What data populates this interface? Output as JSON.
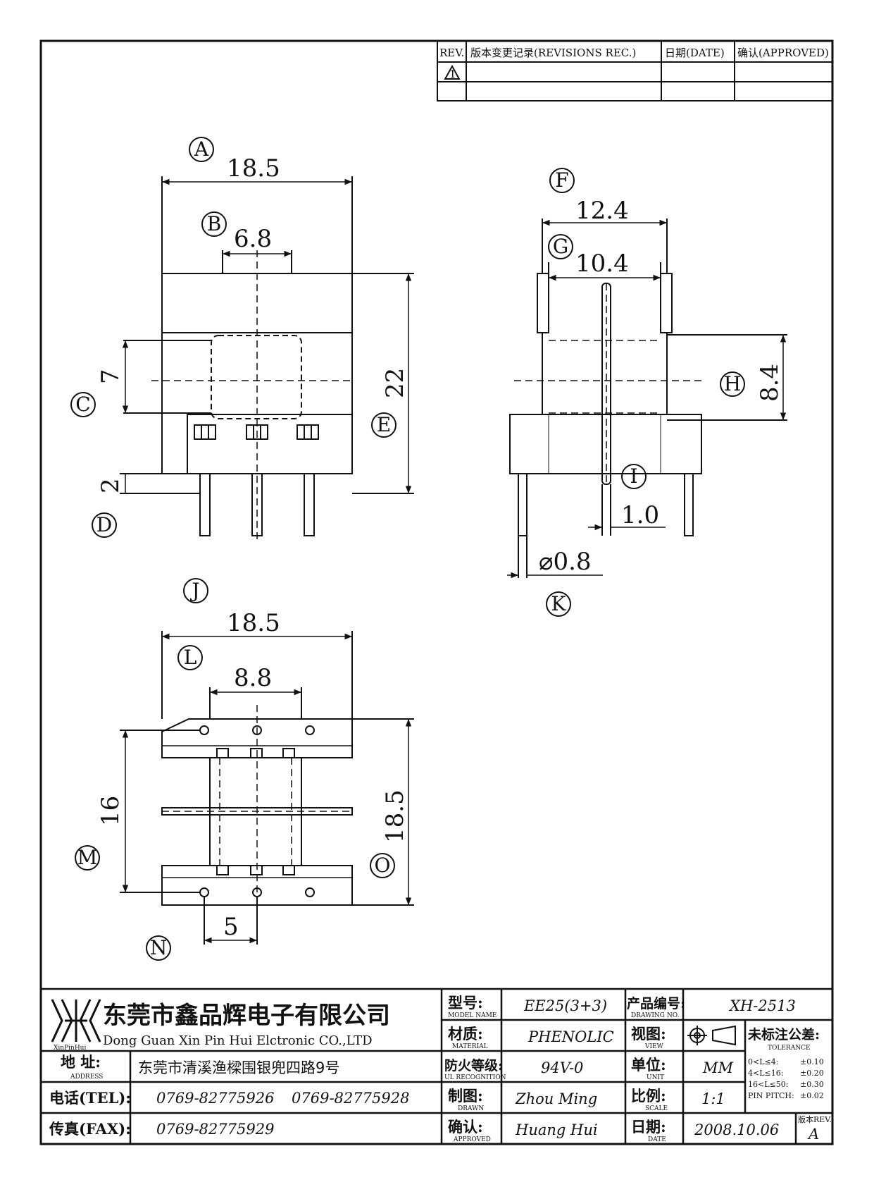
{
  "revisions": {
    "col_rev": "REV.",
    "col_record": "版本变更记录(REVISIONS REC.)",
    "col_date": "日期(DATE)",
    "col_approved": "确认(APPROVED)",
    "rev_mark": "1"
  },
  "dimensions": {
    "front_width": "18.5",
    "front_window": "6.8",
    "front_height": "22",
    "front_window_height": "7",
    "front_pin_len": "2",
    "side_outer": "12.4",
    "side_inner": "10.4",
    "side_height": "8.4",
    "side_wall": "1.0",
    "side_pin_dia": "⌀0.8",
    "bottom_width": "18.5",
    "bottom_center": "8.8",
    "bottom_pin_row": "16",
    "bottom_height": "18.5",
    "bottom_pin_pitch": "5"
  },
  "callouts": [
    "A",
    "B",
    "C",
    "D",
    "E",
    "F",
    "G",
    "H",
    "I",
    "J",
    "K",
    "L",
    "M",
    "N",
    "O"
  ],
  "title_block": {
    "logo_text": "XinPinHui",
    "company_cn": "东莞市鑫品辉电子有限公司",
    "company_en": "Dong Guan Xin Pin Hui Elctronic CO.,LTD",
    "address_label": "地 址:",
    "address_label_en": "ADDRESS",
    "address_value": "东莞市清溪渔樑围银兜四路9号",
    "tel_label": "电话(TEL):",
    "tel_value_1": "0769-82775926",
    "tel_value_2": "0769-82775928",
    "fax_label": "传真(FAX):",
    "fax_value": "0769-82775929",
    "model_label": "型号:",
    "model_label_en": "MODEL NAME",
    "model_value": "EE25(3+3)",
    "material_label": "材质:",
    "material_label_en": "MATERIAL",
    "material_value": "PHENOLIC",
    "ul_label": "防火等级:",
    "ul_label_en": "UL RECOGNITION",
    "ul_value": "94V-0",
    "drawn_label": "制图:",
    "drawn_label_en": "DRAWN",
    "drawn_value": "Zhou Ming",
    "approved_label": "确认:",
    "approved_label_en": "APPROVED",
    "approved_value": "Huang Hui",
    "drawing_no_label": "产品编号:",
    "drawing_no_label_en": "DRAWING NO.",
    "drawing_no_value": "XH-2513",
    "view_label": "视图:",
    "view_label_en": "VIEW",
    "unit_label": "单位:",
    "unit_label_en": "UNIT",
    "unit_value": "MM",
    "scale_label": "比例:",
    "scale_label_en": "SCALE",
    "scale_value": "1:1",
    "date_label": "日期:",
    "date_label_en": "DATE",
    "date_value": "2008.10.06",
    "tolerance_label": "未标注公差:",
    "tolerance_label_en": "TOLERANCE",
    "tolerance_rows": [
      {
        "range": "0<L≤4:",
        "value": "±0.10"
      },
      {
        "range": "4<L≤16:",
        "value": "±0.20"
      },
      {
        "range": "16<L≤50:",
        "value": "±0.30"
      },
      {
        "range": "PIN PITCH:",
        "value": "±0.02"
      }
    ],
    "version_label": "版本REV.",
    "version_value": "A"
  }
}
